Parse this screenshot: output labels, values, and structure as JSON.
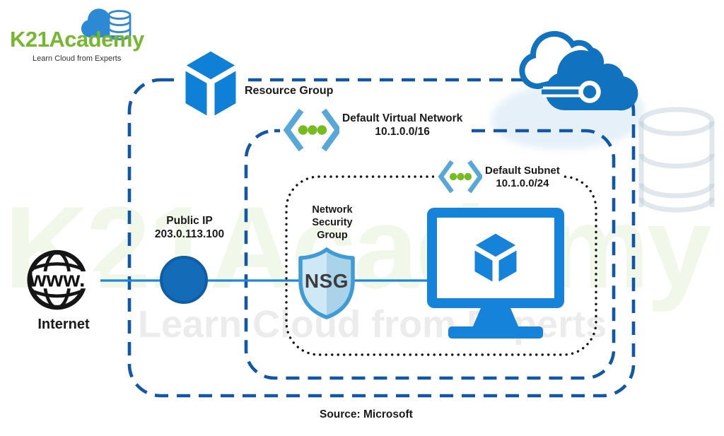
{
  "branding": {
    "logo_text": "K21Academy",
    "tagline": "Learn Cloud from Experts"
  },
  "watermark": {
    "text": "K21Academy",
    "tagline": "Learn Cloud from Experts"
  },
  "labels": {
    "resource_group": "Resource Group",
    "virtual_network": "Default Virtual Network",
    "virtual_network_cidr": "10.1.0.0/16",
    "subnet": "Default Subnet",
    "subnet_cidr": "10.1.0.0/24",
    "nsg": "Network Security Group",
    "nsg_badge": "NSG",
    "public_ip": "Public IP",
    "public_ip_address": "203.0.113.100",
    "internet": "Internet",
    "globe_text": "www.",
    "source": "Source: Microsoft"
  },
  "colors": {
    "border-blue": "#1157a7",
    "line-blue": "#1f87d7",
    "azure-blue": "#0f80d7",
    "monitor-blue": "#1583da",
    "chevron-blue": "#57a7d9",
    "dot-green": "#76bc21",
    "shield-border": "#3e9bd5",
    "shield-light": "#cfe8f6",
    "shield-dark": "#aad3ea",
    "circle-fill": "#146cb8",
    "circle-border": "#0e5da6",
    "cloud-blue": "#1173bf",
    "logo-green": "#76b82d",
    "logo-cloud-blue": "#2b8ad3"
  }
}
